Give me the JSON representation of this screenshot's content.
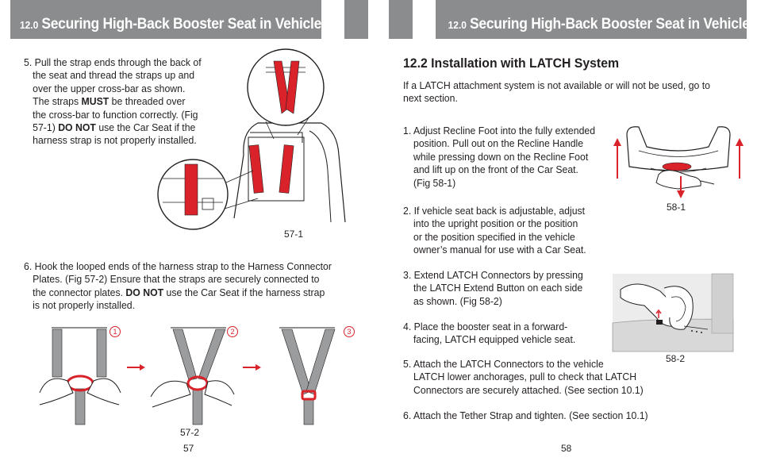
{
  "left_page": {
    "header": {
      "number": "12.0",
      "title": "Securing High-Back Booster Seat in Vehicle"
    },
    "step5": {
      "lines": [
        "5. Pull the strap ends through the back of",
        "the seat and thread the straps up and",
        "over the upper cross-bar as shown.",
        "the cross-bar to function correctly. (Fig"
      ],
      "line4_pre": "The straps ",
      "line4_bold": "MUST",
      "line4_post": " be threaded over",
      "line6_pre": "57-1) ",
      "line6_bold": "DO NOT",
      "line6_post": " use the Car Seat if the",
      "line7": "harness strap is not properly installed."
    },
    "fig57_1_caption": "57-1",
    "step6": {
      "line1": "6. Hook the looped ends of the harness strap to the Harness Connector",
      "line2": "Plates. (Fig 57-2) Ensure that the straps are securely connected to",
      "line3_pre": "the connector plates.  ",
      "line3_bold": "DO NOT",
      "line3_post": " use the Car Seat if the harness strap",
      "line4": "is not properly installed."
    },
    "fig57_2_steps": [
      "1",
      "2",
      "3"
    ],
    "fig57_2_caption": "57-2",
    "page_number": "57"
  },
  "right_page": {
    "header": {
      "number": "12.0",
      "title": "Securing High-Back Booster Seat in Vehicle"
    },
    "section_title": "12.2 Installation with LATCH System",
    "intro": [
      "If a LATCH attachment system is not available or will not be used, go to",
      "next section."
    ],
    "step1": [
      "1. Adjust Recline Foot into the fully extended",
      "position. Pull out on the Recline Handle",
      "while pressing down on the Recline Foot",
      "and lift up on the front of the Car Seat.",
      "(Fig 58-1)"
    ],
    "step2": [
      "2. If vehicle seat back is adjustable, adjust",
      "into the upright position or the position",
      "or the position specified in the vehicle",
      "owner’s manual for use with a Car Seat."
    ],
    "step3": [
      "3. Extend LATCH Connectors by pressing",
      "the LATCH Extend Button on each side",
      "as shown.  (Fig 58-2)"
    ],
    "step4": [
      "4. Place the booster seat in a forward-",
      "facing, LATCH equipped vehicle seat."
    ],
    "step5": [
      "5. Attach the LATCH Connectors to the vehicle",
      "LATCH lower anchorages, pull to check that LATCH",
      "Connectors are securely attached. (See section 10.1)"
    ],
    "step6": "6.  Attach the Tether Strap and tighten.  (See section 10.1)",
    "fig58_1_caption": "58-1",
    "fig58_2_caption": "58-2",
    "page_number": "58"
  },
  "colors": {
    "header_gray": "#8a8c8e",
    "accent_red": "#d9222a",
    "strap_gray": "#9a9c9e"
  }
}
